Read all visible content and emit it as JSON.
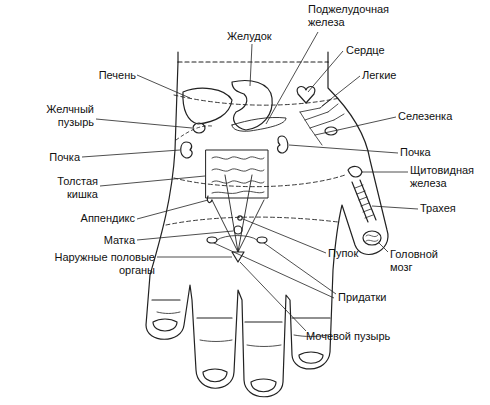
{
  "diagram": {
    "labels": [
      "Поджелудочная железа",
      "Желудок",
      "Сердце",
      "Печень",
      "Легкие",
      "Желчный пузырь",
      "Селезенка",
      "Почка",
      "Почка",
      "Щитовидная железа",
      "Толстая кишка",
      "Трахея",
      "Аппендикс",
      "Матка",
      "Пупок",
      "Головной мозг",
      "Наружные половые органы",
      "Придатки",
      "Мочевой пузырь"
    ]
  }
}
